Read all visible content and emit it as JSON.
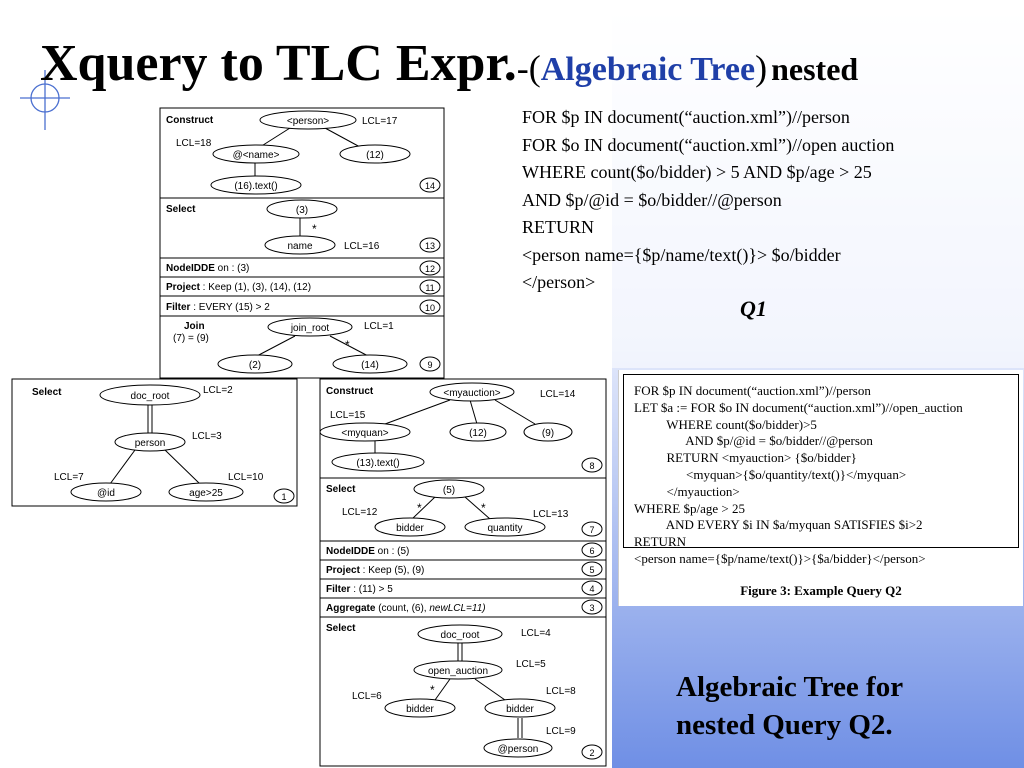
{
  "title": {
    "main": "Xquery to TLC Expr.",
    "dash_paren": "-(",
    "algebraic": "Algebraic Tree",
    "close_paren": ")",
    "nested": "nested"
  },
  "q1": {
    "lines": [
      "FOR $p IN document(“auction.xml”)//person",
      "FOR $o IN document(“auction.xml”)//open auction",
      "WHERE count($o/bidder) > 5 AND $p/age > 25",
      "AND $p/@id = $o/bidder//@person",
      "RETURN",
      "<person name={$p/name/text()}> $o/bidder",
      "</person>"
    ],
    "label": "Q1"
  },
  "figure3": {
    "lines": [
      "FOR $p IN document(“auction.xml”)//person",
      "LET $a := FOR $o IN document(“auction.xml”)//open_auction",
      "          WHERE count($o/bidder)>5",
      "                AND $p/@id = $o/bidder//@person",
      "          RETURN <myauction> {$o/bidder}",
      "                <myquan>{$o/quantity/text()}</myquan>",
      "          </myauction>",
      "WHERE $p/age > 25",
      "          AND EVERY $i IN $a/myquan SATISFIES $i>2",
      "RETURN",
      "<person name={$p/name/text()}>{$a/bidder}</person>"
    ],
    "caption": "Figure 3: Example Query Q2"
  },
  "caption": {
    "line1": "Algebraic Tree for",
    "line2": "nested Query Q2."
  },
  "tree": {
    "t1": {
      "construct": "Construct",
      "person": "<person>",
      "lcl17": "LCL=17",
      "lcl18": "LCL=18",
      "atname": "@<name>",
      "n12": "(12)",
      "text16": "(16).text()",
      "badge14": "14",
      "select": "Select",
      "n3": "(3)",
      "name": "name",
      "lcl16": "LCL=16",
      "badge13": "13",
      "nodeidde_k": "NodeIDDE",
      "nodeidde_v": "  on : (3)",
      "badge12": "12",
      "project_k": "Project",
      "project_v": " : Keep (1), (3), (14), (12)",
      "badge11": "11",
      "filter_k": "Filter",
      "filter_v": " : EVERY (15) > 2",
      "badge10": "10",
      "join": "Join",
      "join_cond": "(7) = (9)",
      "join_root": "join_root",
      "lcl1": "LCL=1",
      "n2": "(2)",
      "n14": "(14)",
      "badge9": "9",
      "star": "*"
    },
    "t2": {
      "select": "Select",
      "doc_root": "doc_root",
      "lcl2": "LCL=2",
      "person": "person",
      "lcl3": "LCL=3",
      "lcl7": "LCL=7",
      "lcl10": "LCL=10",
      "id": "@id",
      "age": "age>25",
      "badge1": "1"
    },
    "t3": {
      "construct": "Construct",
      "myauction": "<myauction>",
      "lcl14": "LCL=14",
      "lcl15": "LCL=15",
      "myquan": "<myquan>",
      "n12": "(12)",
      "n9": "(9)",
      "text13": "(13).text()",
      "badge8": "8",
      "select": "Select",
      "n5": "(5)",
      "lcl12": "LCL=12",
      "lcl13": "LCL=13",
      "bidder": "bidder",
      "quantity": "quantity",
      "badge7": "7",
      "nodeidde_k": "NodeIDDE",
      "nodeidde_v": "  on : (5)",
      "badge6": "6",
      "project_k": "Project",
      "project_v": " : Keep (5), (9)",
      "badge5": "5",
      "filter_k": "Filter",
      "filter_v": " : (11) > 5",
      "badge4": "4",
      "aggregate_k": "Aggregate",
      "aggregate_v": "  (count, (6), ",
      "aggregate_new": "newLCL=11)",
      "badge3": "3",
      "select2": "Select",
      "doc_root": "doc_root",
      "lcl4": "LCL=4",
      "open_auction": "open_auction",
      "lcl5": "LCL=5",
      "lcl6": "LCL=6",
      "lcl8": "LCL=8",
      "lcl9": "LCL=9",
      "bidder1": "bidder",
      "bidder2": "bidder",
      "atperson": "@person",
      "badge2": "2",
      "star": "*"
    }
  },
  "colors": {
    "title_accent": "#1f3fa8",
    "gradient_top": "#f4f6ff",
    "gradient_bottom": "#6f90e6"
  }
}
